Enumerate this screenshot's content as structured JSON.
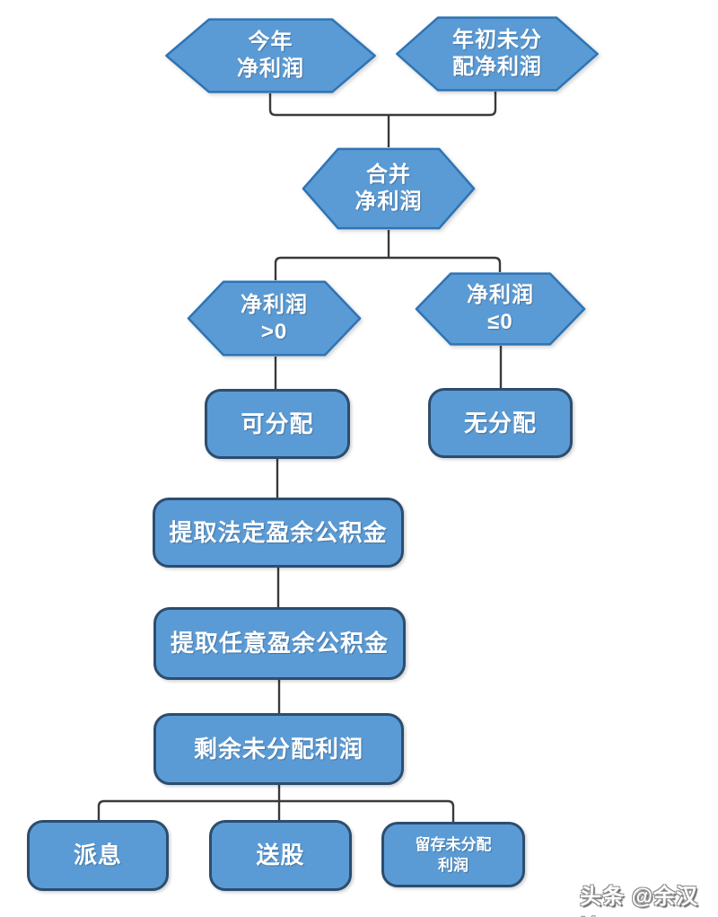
{
  "diagram": {
    "type": "flowchart",
    "direction": "top-down",
    "colors": {
      "shape_fill": "#5B9BD5",
      "hexagon_border": "#2E74B5",
      "rect_border": "#2C4D6E",
      "connector": "#3A3A3A",
      "text": "#FFFFFF"
    },
    "nodes": {
      "this_year": {
        "shape": "hexagon",
        "lines": [
          "今年",
          "净利润"
        ]
      },
      "beginning_undistributed": {
        "shape": "hexagon",
        "lines": [
          "年初未分",
          "配净利润"
        ]
      },
      "combined": {
        "shape": "hexagon",
        "lines": [
          "合并",
          "净利润"
        ]
      },
      "positive": {
        "shape": "hexagon",
        "lines": [
          "净利润",
          ">0"
        ]
      },
      "nonpositive": {
        "shape": "hexagon",
        "lines": [
          "净利润",
          "≤0"
        ]
      },
      "distributable": {
        "shape": "rounded-rect",
        "label": "可分配"
      },
      "no_distribution": {
        "shape": "rounded-rect",
        "label": "无分配"
      },
      "statutory_reserve": {
        "shape": "rounded-rect",
        "label": "提取法定盈余公积金"
      },
      "discretionary_reserve": {
        "shape": "rounded-rect",
        "label": "提取任意盈余公积金"
      },
      "remaining_profit": {
        "shape": "rounded-rect",
        "label": "剩余未分配利润"
      },
      "dividend": {
        "shape": "rounded-rect",
        "label": "派息"
      },
      "bonus_shares": {
        "shape": "rounded-rect",
        "label": "送股"
      },
      "retained": {
        "shape": "rounded-rect",
        "lines": [
          "留存未分配",
          "利润"
        ]
      }
    },
    "edges": [
      [
        "this_year",
        "combined"
      ],
      [
        "beginning_undistributed",
        "combined"
      ],
      [
        "combined",
        "positive"
      ],
      [
        "combined",
        "nonpositive"
      ],
      [
        "positive",
        "distributable"
      ],
      [
        "nonpositive",
        "no_distribution"
      ],
      [
        "distributable",
        "statutory_reserve"
      ],
      [
        "statutory_reserve",
        "discretionary_reserve"
      ],
      [
        "discretionary_reserve",
        "remaining_profit"
      ],
      [
        "remaining_profit",
        "dividend"
      ],
      [
        "remaining_profit",
        "bonus_shares"
      ],
      [
        "remaining_profit",
        "retained"
      ]
    ]
  },
  "watermark": {
    "text": "头条 @余汉波"
  }
}
